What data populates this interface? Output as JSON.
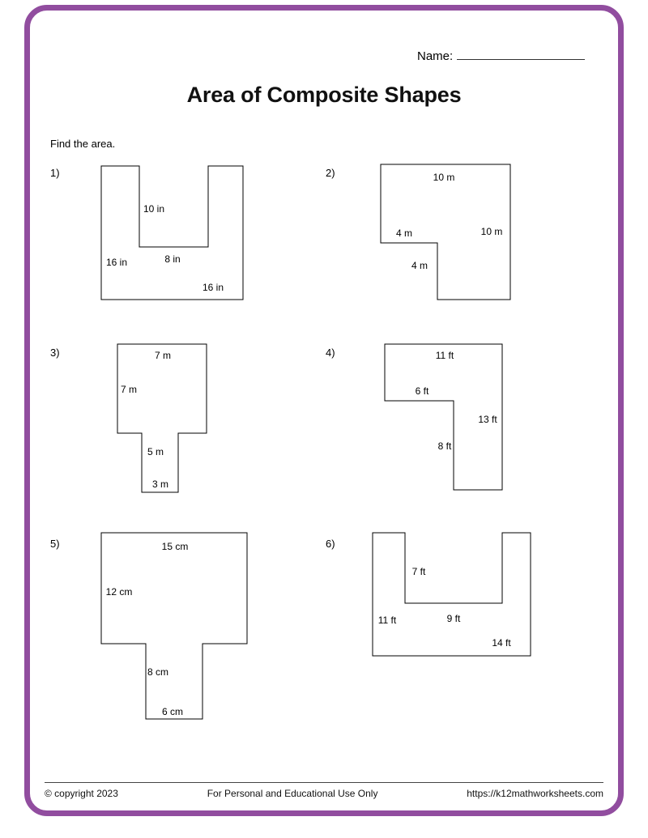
{
  "header": {
    "name_label": "Name:",
    "title": "Area of Composite Shapes",
    "instruction": "Find the area."
  },
  "problems": [
    {
      "number": "1)",
      "shape": "u-shape",
      "labels": [
        "10 in",
        "8 in",
        "16 in",
        "16 in"
      ]
    },
    {
      "number": "2)",
      "shape": "l-shape-notch-bottom-left",
      "labels": [
        "10 m",
        "4 m",
        "10 m",
        "4 m"
      ]
    },
    {
      "number": "3)",
      "shape": "t-shape-stem-down",
      "labels": [
        "7 m",
        "7 m",
        "5 m",
        "3 m"
      ]
    },
    {
      "number": "4)",
      "shape": "l-shape-notch-bottom-left",
      "labels": [
        "11 ft",
        "6 ft",
        "13 ft",
        "8 ft"
      ]
    },
    {
      "number": "5)",
      "shape": "t-shape-stem-down",
      "labels": [
        "15 cm",
        "12 cm",
        "8 cm",
        "6 cm"
      ]
    },
    {
      "number": "6)",
      "shape": "u-shape",
      "labels": [
        "7 ft",
        "11 ft",
        "9 ft",
        "14 ft"
      ]
    }
  ],
  "footer": {
    "copyright": "© copyright 2023",
    "usage": "For Personal and Educational Use Only",
    "url": "https://k12mathworksheets.com"
  },
  "colors": {
    "border": "#914d9f"
  }
}
